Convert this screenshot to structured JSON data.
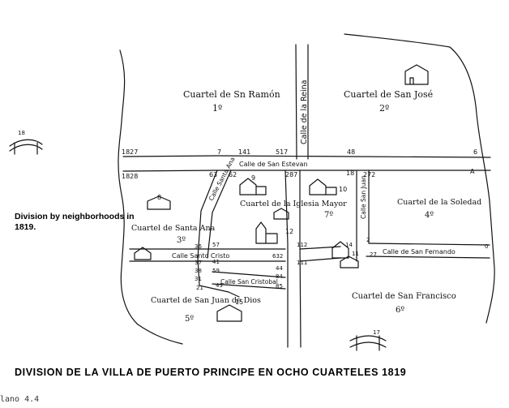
{
  "legend_text": "Division by neighborhoods in 1819.",
  "caption": "DIVISION  DE  LA  VILLA  DE  PUERTO  PRINCIPE  EN  OCHO  CUARTELES   1819",
  "plate_label": "lano 4.4",
  "districts": [
    {
      "name": "Cuartel de Sn Ramón",
      "number": "1º"
    },
    {
      "name": "Cuartel de San José",
      "number": "2º"
    },
    {
      "name": "Cuartel de Santa Ana",
      "number": "3º"
    },
    {
      "name": "Cuartel de la Soledad",
      "number": "4º"
    },
    {
      "name": "Cuartel de San Juan de Dios",
      "number": "5º"
    },
    {
      "name": "Cuartel de San Francisco",
      "number": "6º"
    },
    {
      "name": "Cuartel de la Iglesia Mayor",
      "number": "7º"
    }
  ],
  "streets": {
    "reina": "Calle de la Reina",
    "estevan": "Calle de San Estevan",
    "cristo": "Calle Santo Cristo",
    "cristobal": "Calle San Cristobal",
    "fernando": "Calle de San Fernando",
    "santa_ana": "Calle Santa Ana",
    "san_juan": "Calle San Juan"
  },
  "labels": {
    "n1827": "1827",
    "n1828": "1828",
    "n7": "7",
    "n141": "141",
    "n517": "517",
    "n48": "48",
    "n6": "6",
    "n63": "63",
    "n62": "62",
    "n287": "287",
    "n18b": "18",
    "n272": "272",
    "n12": "12",
    "n9": "9",
    "n10": "10",
    "n8": "8",
    "n36": "36",
    "n37": "37",
    "n38": "38",
    "n57": "57",
    "n41": "41",
    "n59": "59",
    "n31": "31",
    "n43": "43",
    "n44": "44",
    "n632": "632",
    "n84": "84",
    "n85": "85",
    "n21": "21",
    "n112": "112",
    "n111": "111",
    "n14": "14",
    "n11": "11",
    "n2": "2",
    "n27": "27",
    "n15": "15",
    "n17": "17",
    "n18": "18",
    "nA": "A",
    "n0": "0"
  }
}
